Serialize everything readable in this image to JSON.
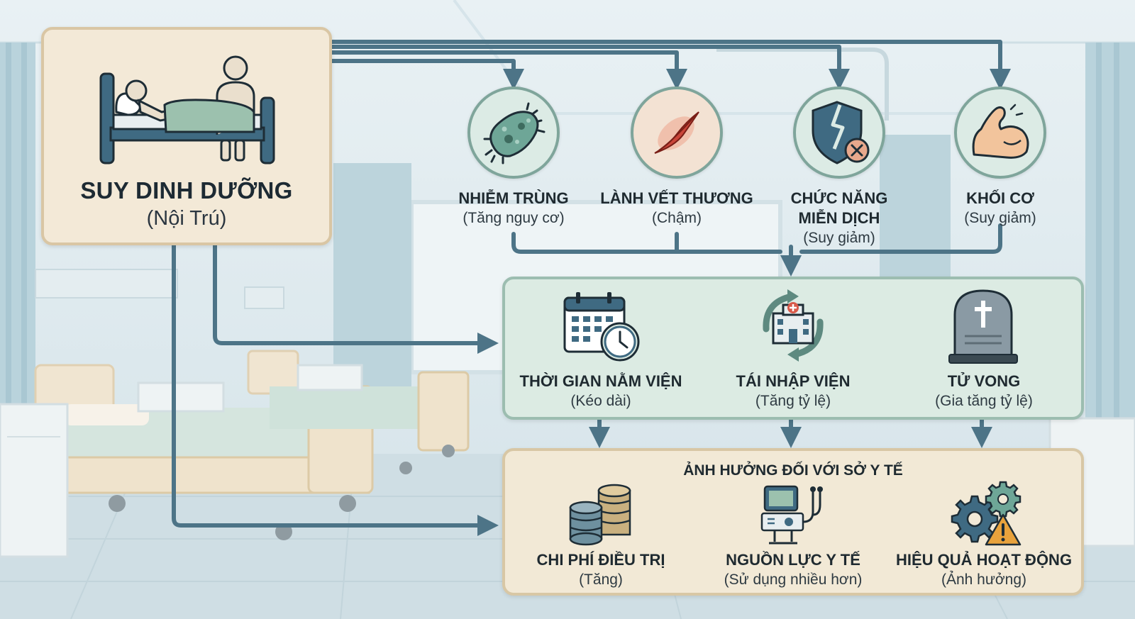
{
  "source": {
    "title": "SUY DINH DƯỠNG",
    "subtitle": "(Nội Trú)",
    "icon": "patient-bed-icon"
  },
  "effects": [
    {
      "title": "NHIỄM TRÙNG",
      "subtitle": "(Tăng nguy cơ)",
      "icon": "bacteria-icon"
    },
    {
      "title": "LÀNH VẾT THƯƠNG",
      "subtitle": "(Chậm)",
      "icon": "wound-icon"
    },
    {
      "title": "CHỨC NĂNG",
      "title2": "MIỄN DỊCH",
      "subtitle": "(Suy giảm)",
      "icon": "broken-shield-icon"
    },
    {
      "title": "KHỐI CƠ",
      "subtitle": "(Suy giảm)",
      "icon": "muscle-arm-icon"
    }
  ],
  "outcomes": [
    {
      "title": "THỜI GIAN NẰM VIỆN",
      "subtitle": "(Kéo dài)",
      "icon": "calendar-clock-icon"
    },
    {
      "title": "TÁI NHẬP VIỆN",
      "subtitle": "(Tăng tỷ lệ)",
      "icon": "hospital-cycle-icon"
    },
    {
      "title": "TỬ VONG",
      "subtitle": "(Gia tăng tỷ lệ)",
      "icon": "tombstone-icon"
    }
  ],
  "impact": {
    "heading": "ẢNH HƯỞNG ĐỐI VỚI SỞ Y TẾ",
    "items": [
      {
        "title": "CHI PHÍ ĐIỀU TRỊ",
        "subtitle": "(Tăng)",
        "icon": "coin-stacks-icon"
      },
      {
        "title": "NGUỒN LỰC Y TẾ",
        "subtitle": "(Sử dụng nhiều hơn)",
        "icon": "medical-monitor-icon"
      },
      {
        "title": "HIỆU QUẢ HOẠT ĐỘNG",
        "subtitle": "(Ảnh hưởng)",
        "icon": "gears-warning-icon"
      }
    ]
  },
  "colors": {
    "arrow": "#4d7487",
    "source_bg": "#f3e9d7",
    "mid_bg": "#dcebe3",
    "bottom_bg": "#f2e9d6",
    "circle_bg": "#dcebe5"
  }
}
